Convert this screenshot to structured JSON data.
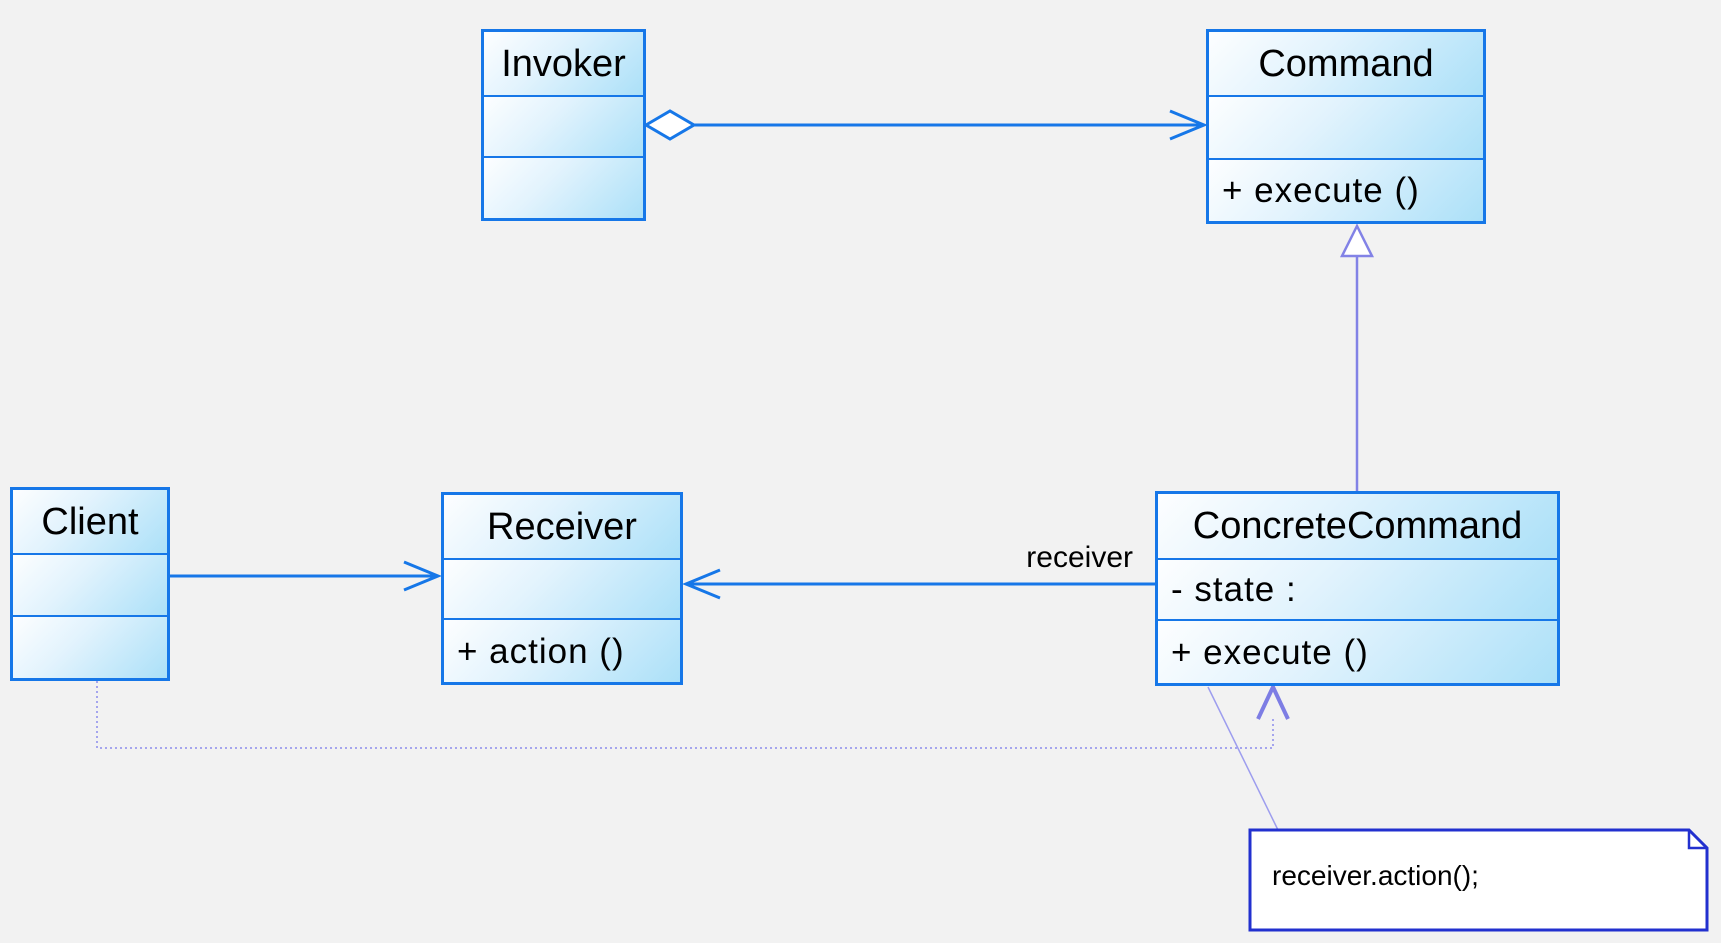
{
  "diagram": {
    "type": "uml-class-diagram",
    "pattern": "Command",
    "colors": {
      "background": "#f2f2f2",
      "class_border": "#1677e8",
      "class_fill_light": "#fdfeff",
      "class_fill_dark": "#abe0f8",
      "association": "#1677e8",
      "generalization": "#8282e6",
      "dependency": "#a5a5ee",
      "note_border": "#2230cf",
      "text": "#000000"
    },
    "classes": [
      {
        "id": "invoker",
        "name": "Invoker",
        "attributes": [],
        "methods": []
      },
      {
        "id": "command",
        "name": "Command",
        "attributes": [],
        "methods": [
          "+ execute ()"
        ]
      },
      {
        "id": "client",
        "name": "Client",
        "attributes": [],
        "methods": []
      },
      {
        "id": "receiver",
        "name": "Receiver",
        "attributes": [],
        "methods": [
          "+ action ()"
        ]
      },
      {
        "id": "concrete-command",
        "name": "ConcreteCommand",
        "attributes": [
          "- state :"
        ],
        "methods": [
          "+ execute ()"
        ]
      }
    ],
    "relationships": [
      {
        "from": "Invoker",
        "to": "Command",
        "type": "aggregation",
        "label": ""
      },
      {
        "from": "Client",
        "to": "Receiver",
        "type": "association",
        "label": ""
      },
      {
        "from": "ConcreteCommand",
        "to": "Receiver",
        "type": "association",
        "label": "receiver"
      },
      {
        "from": "ConcreteCommand",
        "to": "Command",
        "type": "generalization",
        "label": ""
      },
      {
        "from": "Client",
        "to": "ConcreteCommand",
        "type": "dependency",
        "label": ""
      }
    ],
    "note": {
      "text": "receiver.action();",
      "attached_to": "ConcreteCommand"
    }
  }
}
